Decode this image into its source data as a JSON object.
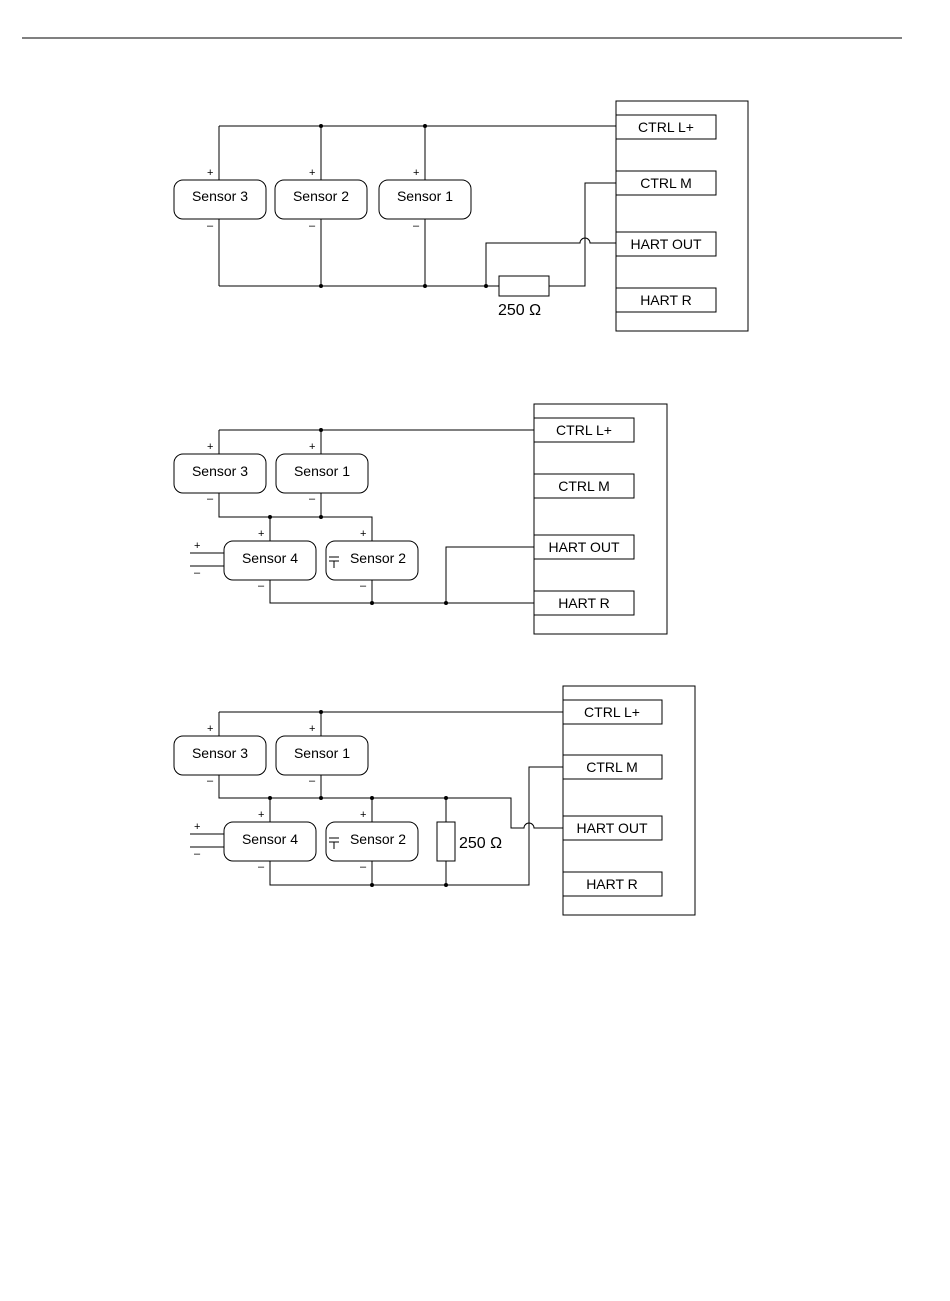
{
  "terminals": {
    "ctrl_lplus": "CTRL L+",
    "ctrl_m": "CTRL M",
    "hart_out": "HART OUT",
    "hart_r": "HART R"
  },
  "sensors": {
    "s1": "Sensor 1",
    "s2": "Sensor 2",
    "s3": "Sensor 3",
    "s4": "Sensor 4"
  },
  "resistor": "250 Ω",
  "polarity": {
    "plus": "+",
    "minus": "–"
  }
}
